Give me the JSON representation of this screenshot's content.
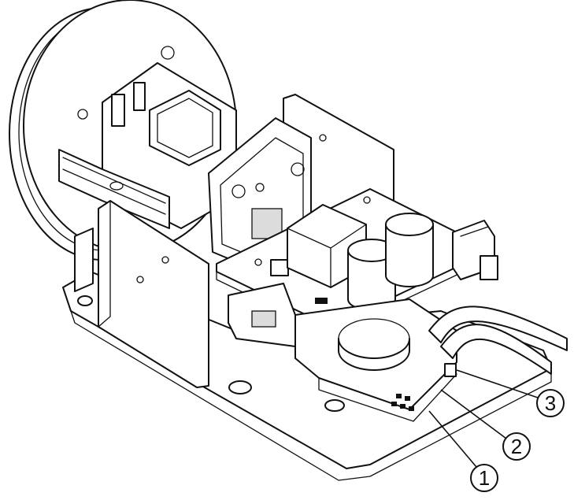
{
  "callouts": [
    {
      "label": "1"
    },
    {
      "label": "2"
    },
    {
      "label": "3"
    }
  ],
  "colors": {
    "line": "#111111",
    "background": "#ffffff",
    "shade": "#dcdcdc"
  }
}
